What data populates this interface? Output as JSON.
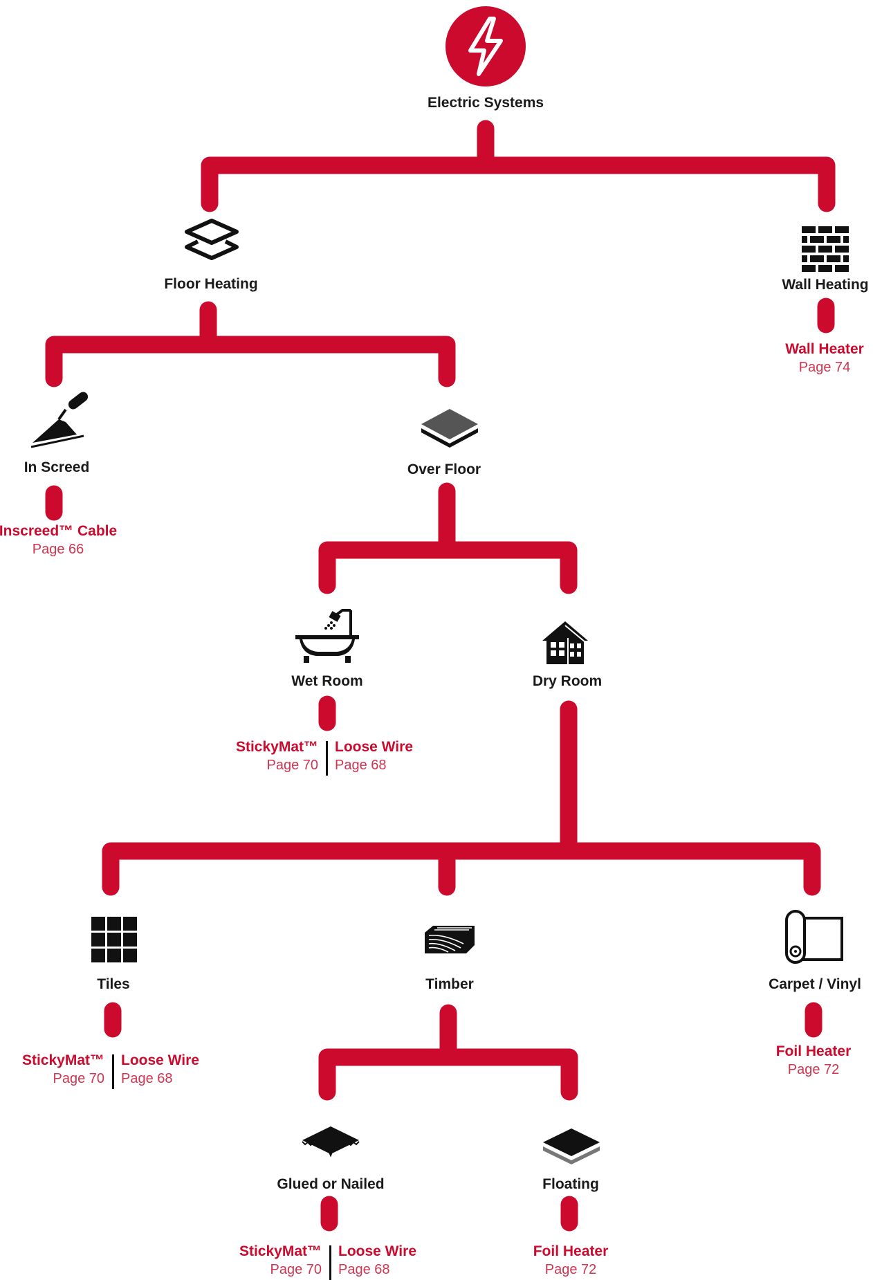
{
  "nodes": {
    "electric_systems": "Electric Systems",
    "floor_heating": "Floor Heating",
    "wall_heating": "Wall Heating",
    "in_screed": "In Screed",
    "over_floor": "Over Floor",
    "wet_room": "Wet Room",
    "dry_room": "Dry Room",
    "tiles": "Tiles",
    "timber": "Timber",
    "carpet_vinyl": "Carpet / Vinyl",
    "glued_nailed": "Glued or Nailed",
    "floating": "Floating"
  },
  "icons": {
    "electric_systems": "lightning-bolt-icon",
    "floor_heating": "layers-icon",
    "wall_heating": "brick-wall-icon",
    "in_screed": "trowel-icon",
    "over_floor": "floor-layer-icon",
    "wet_room": "bathtub-shower-icon",
    "dry_room": "house-icon",
    "tiles": "tile-grid-icon",
    "timber": "timber-plank-icon",
    "carpet_vinyl": "carpet-roll-icon",
    "glued_nailed": "glued-floor-icon",
    "floating": "floating-floor-icon"
  },
  "products": {
    "wall_heater": {
      "name": "Wall Heater",
      "page": "Page 74"
    },
    "inscreed_cable": {
      "name": "Inscreed™ Cable",
      "page": "Page 66"
    },
    "wet_room": {
      "left": {
        "name": "StickyMat™",
        "page": "Page 70"
      },
      "right": {
        "name": "Loose Wire",
        "page": "Page 68"
      }
    },
    "tiles": {
      "left": {
        "name": "StickyMat™",
        "page": "Page 70"
      },
      "right": {
        "name": "Loose Wire",
        "page": "Page 68"
      }
    },
    "carpet_foil": {
      "name": "Foil Heater",
      "page": "Page 72"
    },
    "glued_nailed": {
      "left": {
        "name": "StickyMat™",
        "page": "Page 70"
      },
      "right": {
        "name": "Loose Wire",
        "page": "Page 68"
      }
    },
    "floating_foil": {
      "name": "Foil Heater",
      "page": "Page 72"
    }
  },
  "colors": {
    "accent": "#cc0a2e",
    "page_text": "#cf3450",
    "icon": "#111111",
    "label": "#1a1a1a"
  }
}
